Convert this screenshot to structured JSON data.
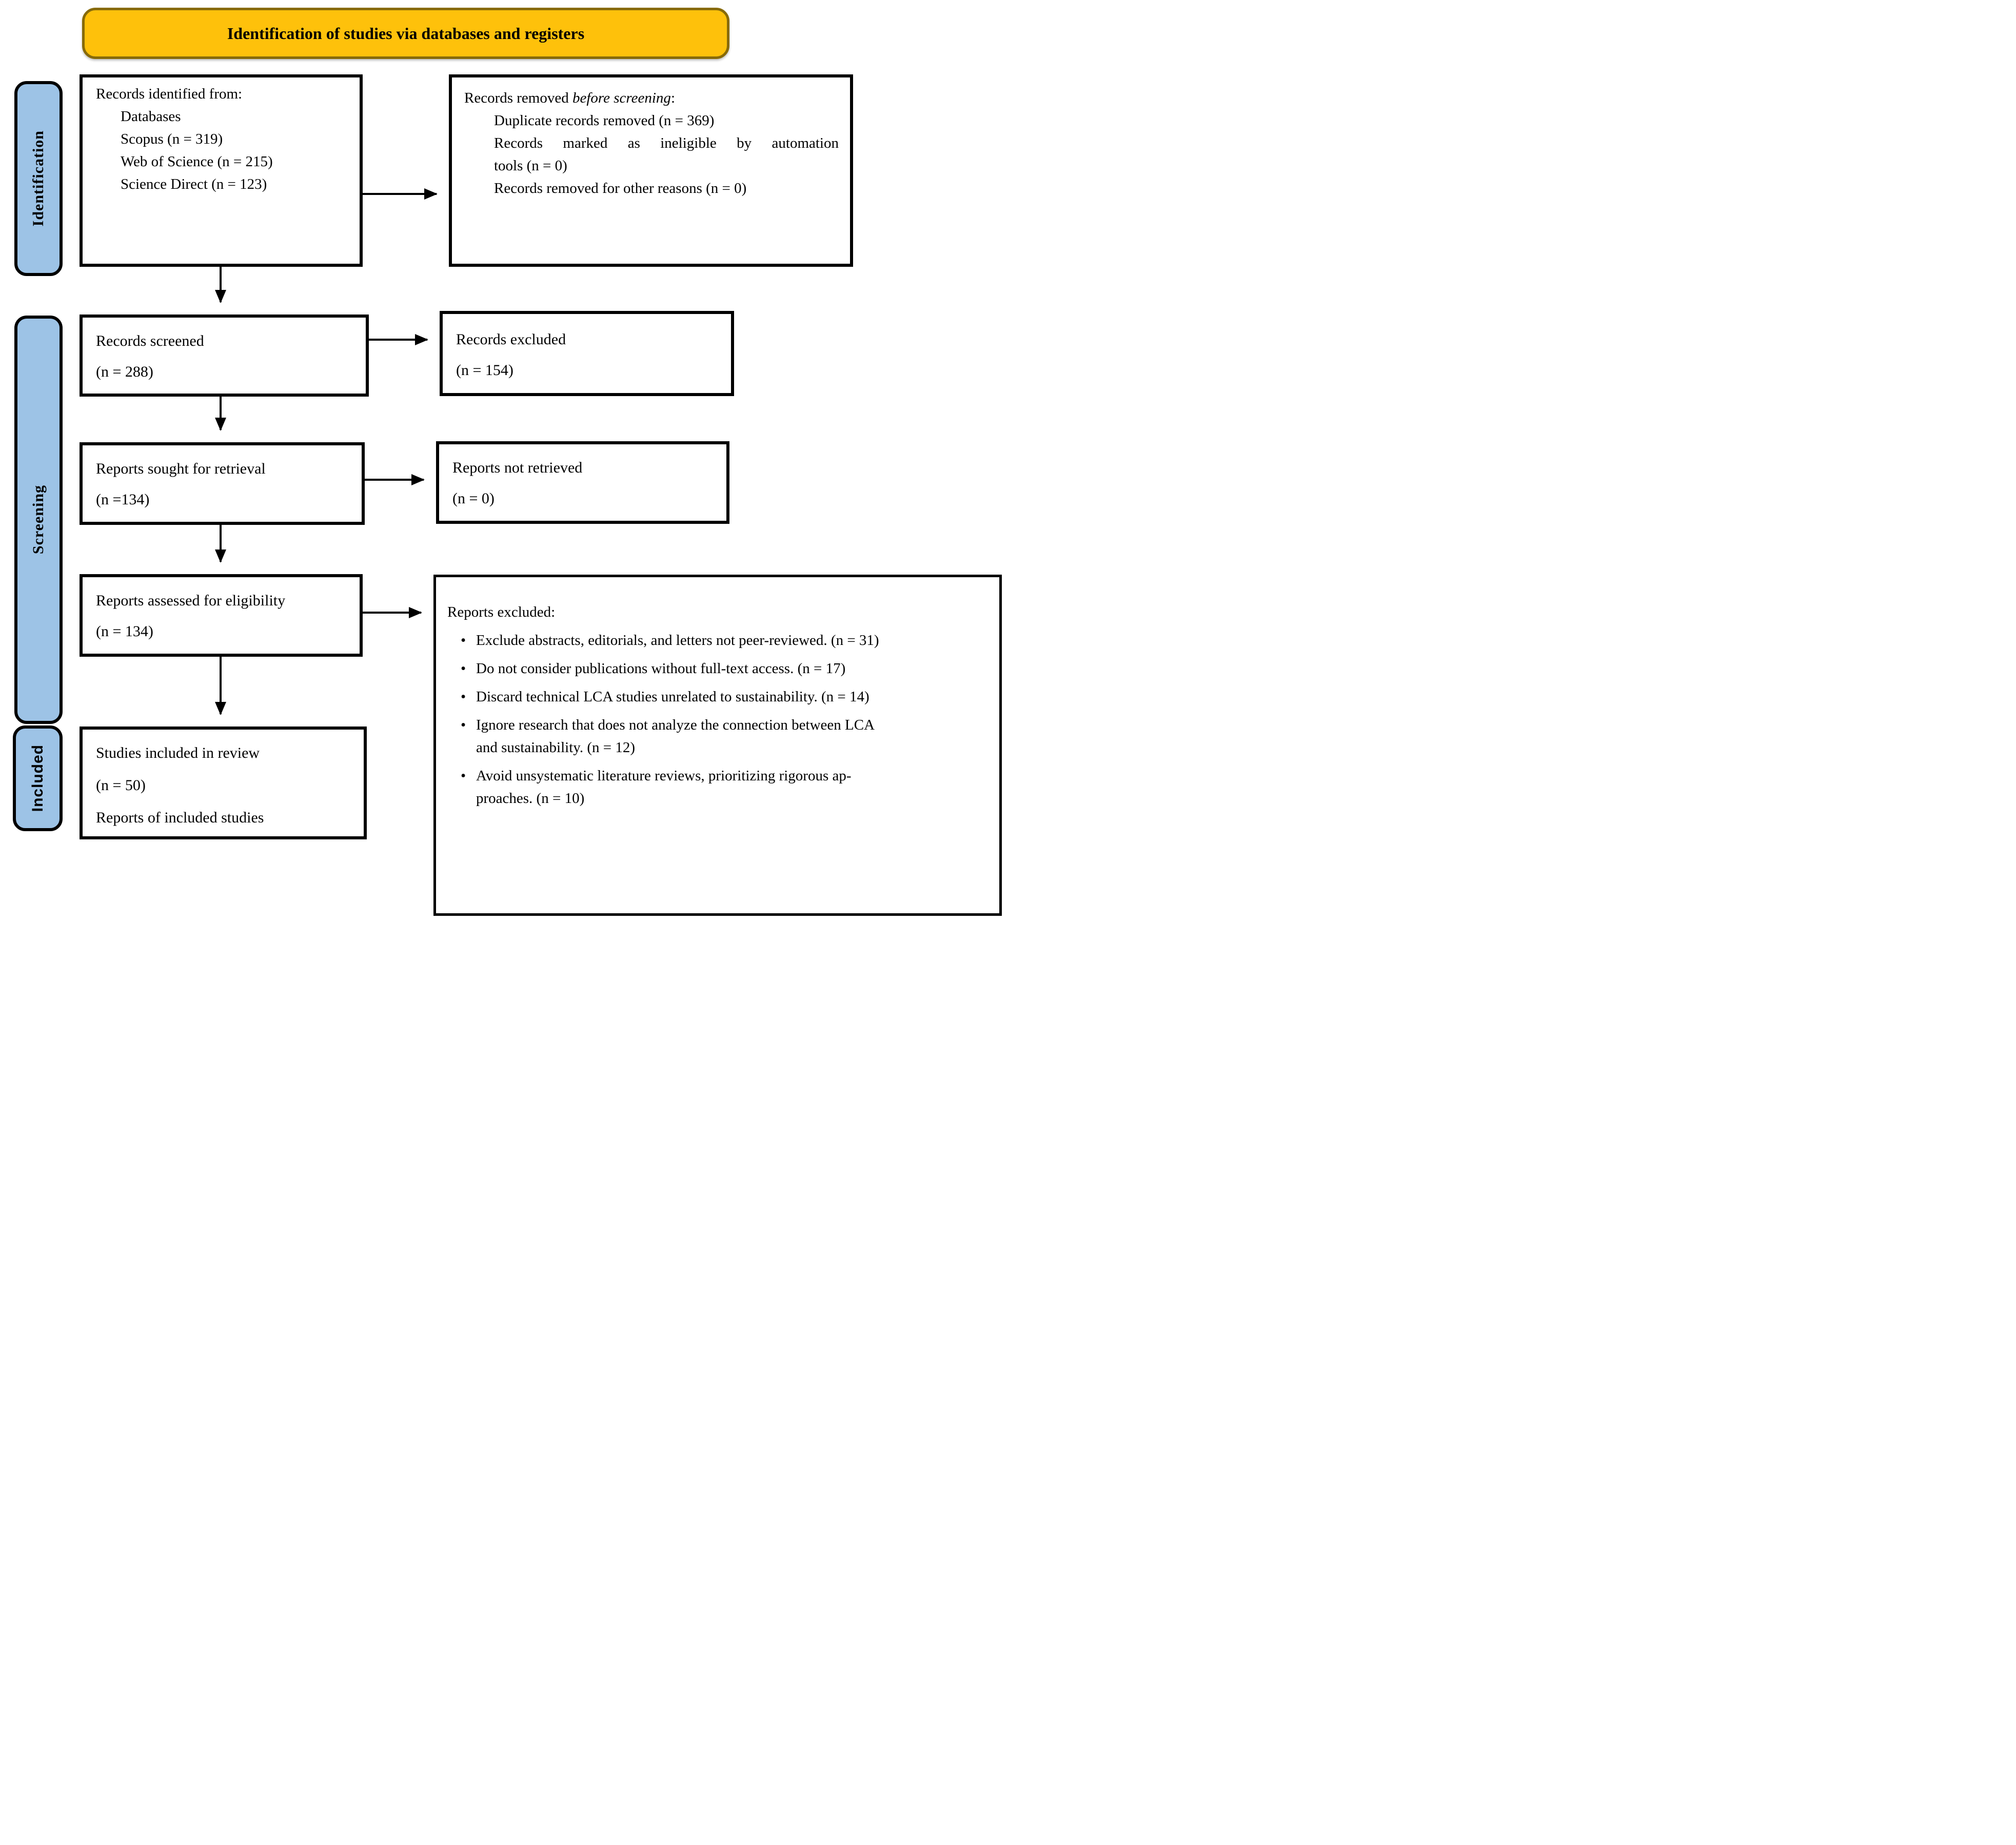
{
  "header": {
    "title": "Identification of studies via databases and registers"
  },
  "stages": {
    "identification": "Identification",
    "screening": "Screening",
    "included": "Included"
  },
  "glyphs": {
    "bullet": "•"
  },
  "colors": {
    "header_fill": "#FEC10B",
    "header_border": "#876A08",
    "stage_fill": "#9DC3E6",
    "ink": "#000000",
    "paper": "#FFFFFF"
  },
  "boxes": {
    "records_identified": {
      "heading": "Records identified from:",
      "items": [
        "Databases",
        "Scopus (n = 319)",
        "Web of Science (n = 215)",
        "Science Direct (n = 123)"
      ]
    },
    "records_removed": {
      "heading_prefix": "Records removed ",
      "heading_italic": "before screening",
      "heading_suffix": ":",
      "lines": [
        {
          "text": "Duplicate records removed (n = 369)",
          "justify": false
        },
        {
          "text": "Records marked as ineligible by automation",
          "justify": true
        },
        {
          "text": "tools (n = 0)",
          "justify": false
        },
        {
          "text": "Records removed for other reasons (n = 0)",
          "justify": false
        }
      ]
    },
    "records_screened": {
      "line1": "Records screened",
      "line2": "(n = 288)"
    },
    "records_excluded": {
      "line1": "Records excluded",
      "line2": "(n = 154)"
    },
    "reports_sought": {
      "line1": "Reports sought for retrieval",
      "line2": "(n =134)"
    },
    "reports_not_retrieved": {
      "line1": "Reports not retrieved",
      "line2": "(n = 0)"
    },
    "reports_assessed": {
      "line1": "Reports assessed for eligibility",
      "line2": "(n = 134)"
    },
    "studies_included": {
      "line1": "Studies included in review",
      "line2": "(n = 50)",
      "line3": "Reports of included studies"
    },
    "reports_excluded_reasons": {
      "title": "Reports excluded:",
      "lines": [
        {
          "bullet": true,
          "text": "Exclude abstracts, editorials, and letters not peer-reviewed. (n = 31)"
        },
        {
          "bullet": true,
          "text": "Do not consider publications without full-text access. (n = 17)"
        },
        {
          "bullet": true,
          "text": "Discard technical LCA studies unrelated to sustainability. (n = 14)"
        },
        {
          "bullet": true,
          "text": "Ignore research that does not analyze the connection between LCA"
        },
        {
          "bullet": false,
          "text": "and sustainability. (n = 12)"
        },
        {
          "bullet": true,
          "text": "Avoid unsystematic literature reviews, prioritizing rigorous ap-"
        },
        {
          "bullet": false,
          "text": "proaches. (n = 10)"
        }
      ]
    }
  }
}
